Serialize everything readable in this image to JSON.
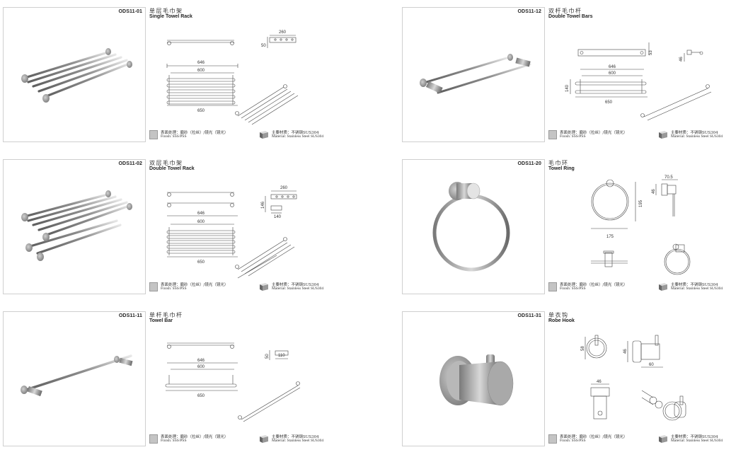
{
  "catalog": {
    "finish_label_cn": "表面处理：磨砂（拉丝）/镜光（镜光）",
    "finish_label_en": "Finish: SSS/PSS",
    "material_label_cn": "主要材质：不锈钢SUS304",
    "material_label_en": "Material: Stainless Steel SUS304",
    "colors": {
      "border": "#cfcfcf",
      "steel": "#9a9a9a",
      "swatch": "#c4c4c4"
    }
  },
  "products": [
    {
      "code": "ODS11-01",
      "name_cn": "单层毛巾架",
      "name_en": "Single Towel Rack",
      "dimensions": {
        "overall": "650",
        "outer": "646",
        "inner": "600",
        "depth": "260",
        "height": "50"
      }
    },
    {
      "code": "ODS11-12",
      "name_cn": "双杆毛巾杆",
      "name_en": "Double Towel Bars",
      "dimensions": {
        "overall": "650",
        "outer": "646",
        "inner": "600",
        "height": "140",
        "plate": "53",
        "projection": "46"
      }
    },
    {
      "code": "ODS11-02",
      "name_cn": "双层毛巾架",
      "name_en": "Double Towel Rack",
      "dimensions": {
        "overall": "650",
        "outer": "646",
        "inner": "600",
        "depth": "260",
        "lower_depth": "140",
        "height": "146"
      }
    },
    {
      "code": "ODS11-20",
      "name_cn": "毛巾环",
      "name_en": "Towel Ring",
      "dimensions": {
        "width": "175",
        "height": "195",
        "depth": "70.5",
        "plate": "46"
      }
    },
    {
      "code": "ODS11-11",
      "name_cn": "单杆毛巾杆",
      "name_en": "Towel Bar",
      "dimensions": {
        "overall": "650",
        "outer": "646",
        "inner": "600",
        "depth": "110",
        "height": "50"
      }
    },
    {
      "code": "ODS11-31",
      "name_cn": "单衣钩",
      "name_en": "Robe Hook",
      "dimensions": {
        "diameter": "58",
        "plate": "46",
        "depth": "60",
        "width": "46"
      }
    }
  ]
}
